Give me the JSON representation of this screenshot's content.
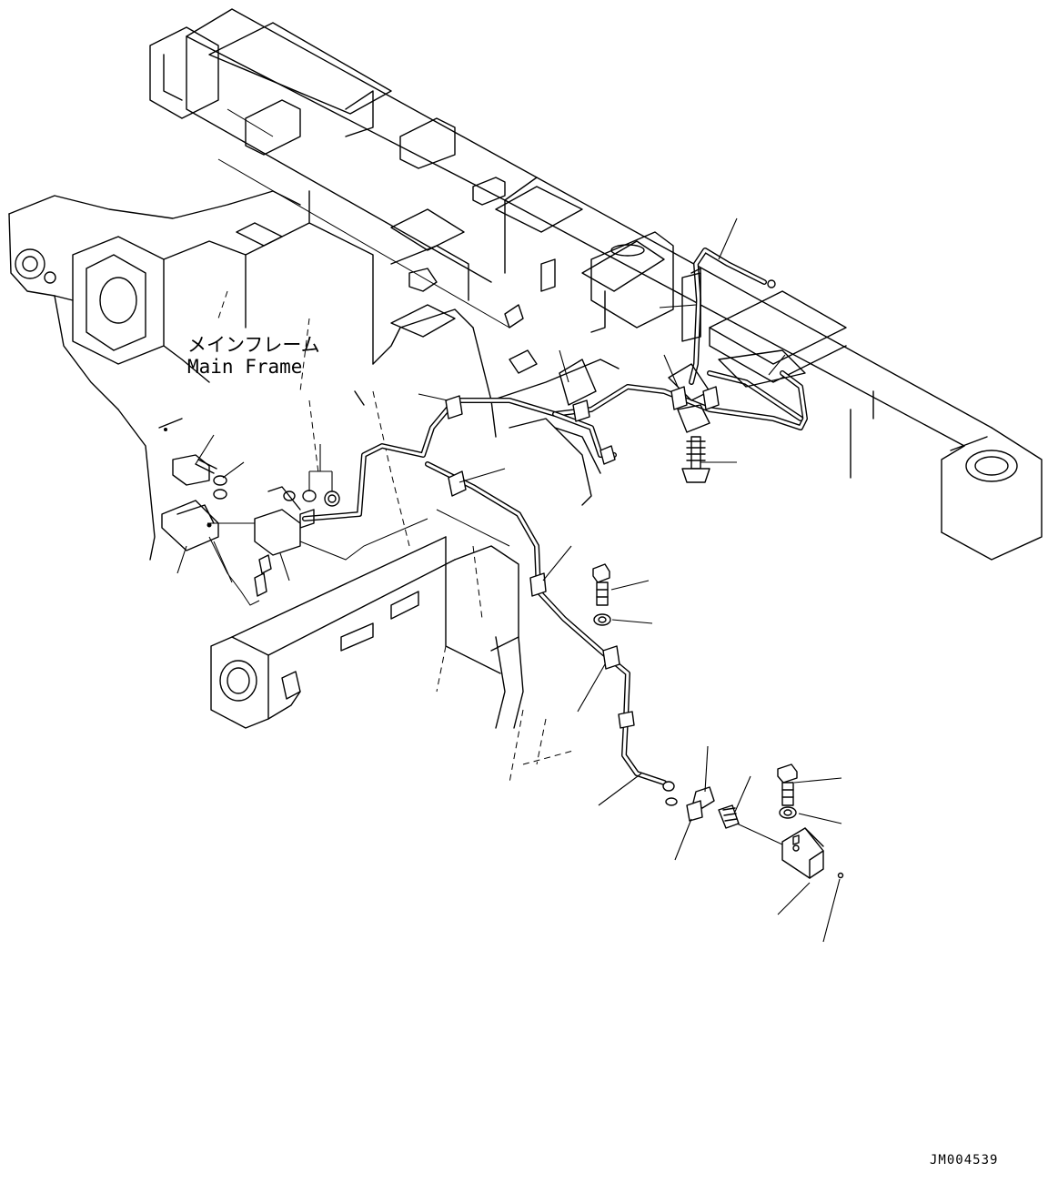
{
  "diagram": {
    "frame_label": {
      "jp": "メインフレーム",
      "en": "Main Frame"
    },
    "doc_id": "JM004539"
  }
}
